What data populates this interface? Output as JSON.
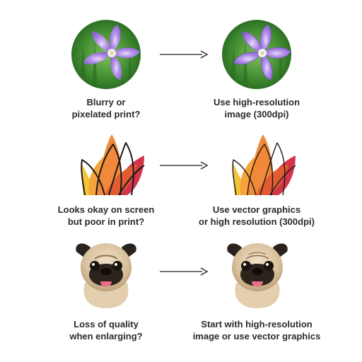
{
  "rows": [
    {
      "left_caption": [
        "Blurry or",
        "pixelated print?"
      ],
      "right_caption": [
        "Use high-resolution",
        "image (300dpi)"
      ],
      "left_icon": "flower-photo-icon",
      "right_icon": "flower-photo-icon"
    },
    {
      "left_caption": [
        "Looks okay on screen",
        "but poor in print?"
      ],
      "right_caption": [
        "Use vector graphics",
        "or high resolution (300dpi)"
      ],
      "left_icon": "lotus-logo-icon",
      "right_icon": "lotus-logo-icon"
    },
    {
      "left_caption": [
        "Loss of quality",
        "when enlarging?"
      ],
      "right_caption": [
        "Start with high-resolution",
        "image or use vector graphics"
      ],
      "left_icon": "pug-photo-icon",
      "right_icon": "pug-photo-icon"
    }
  ],
  "colors": {
    "text": "#2a2a2a",
    "arrow": "#444444",
    "petal": "#a57ce0",
    "leaf_green": "#3f8a2e",
    "lotus_orange": "#f08a3a",
    "lotus_red": "#d2354a",
    "lotus_yellow": "#f4c437",
    "pug_fawn": "#d9c3a2"
  }
}
